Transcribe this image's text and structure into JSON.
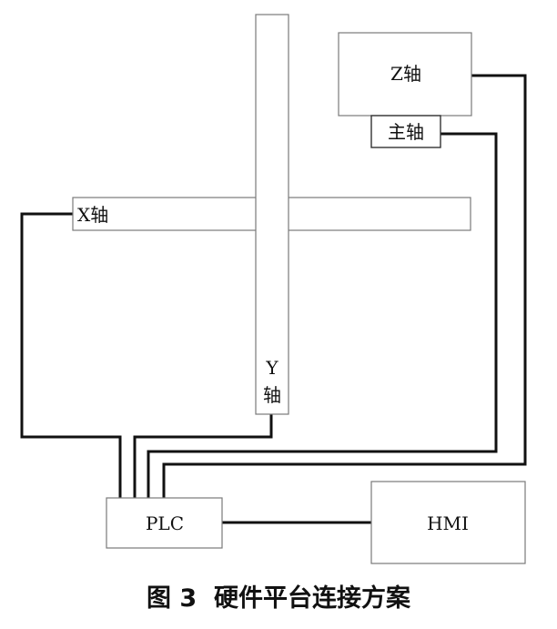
{
  "diagram": {
    "nodes": {
      "z_axis": "Z轴",
      "spindle": "主轴",
      "x_axis": "X轴",
      "y_axis_line1": "Y",
      "y_axis_line2": "轴",
      "plc": "PLC",
      "hmi": "HMI"
    },
    "connections": [
      {
        "from": "x_axis",
        "to": "plc"
      },
      {
        "from": "y_axis",
        "to": "plc"
      },
      {
        "from": "spindle",
        "to": "plc"
      },
      {
        "from": "z_axis",
        "to": "plc"
      },
      {
        "from": "plc",
        "to": "hmi"
      }
    ]
  },
  "caption": "图 3  硬件平台连接方案"
}
